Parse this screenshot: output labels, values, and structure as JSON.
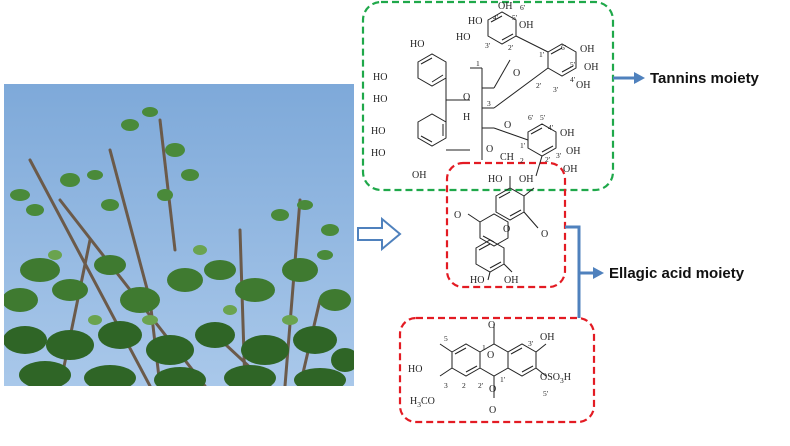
{
  "labels": {
    "tannins": "Tannins moiety",
    "ellagic": "Ellagic acid moiety"
  },
  "atoms": {
    "oh": "OH",
    "ho": "HO",
    "o": "O",
    "h": "H",
    "ch2": "CH",
    "sub2": "2",
    "c1": "1",
    "c2": "2",
    "c3": "3",
    "c5": "5",
    "c1p": "1'",
    "c2p": "2'",
    "c3p": "3'",
    "c4p": "4'",
    "c5p": "5'",
    "c6p": "6'",
    "h3co": "H",
    "h3co_sub": "3",
    "h3co_rest": "CO",
    "oso3h_a": "OSO",
    "oso3h_sub": "3",
    "oso3h_b": "H"
  },
  "colors": {
    "green_box": "#1fa84a",
    "red_box": "#e31b23",
    "arrow_blue": "#4f81bd",
    "sky": "#8fb6e0"
  }
}
